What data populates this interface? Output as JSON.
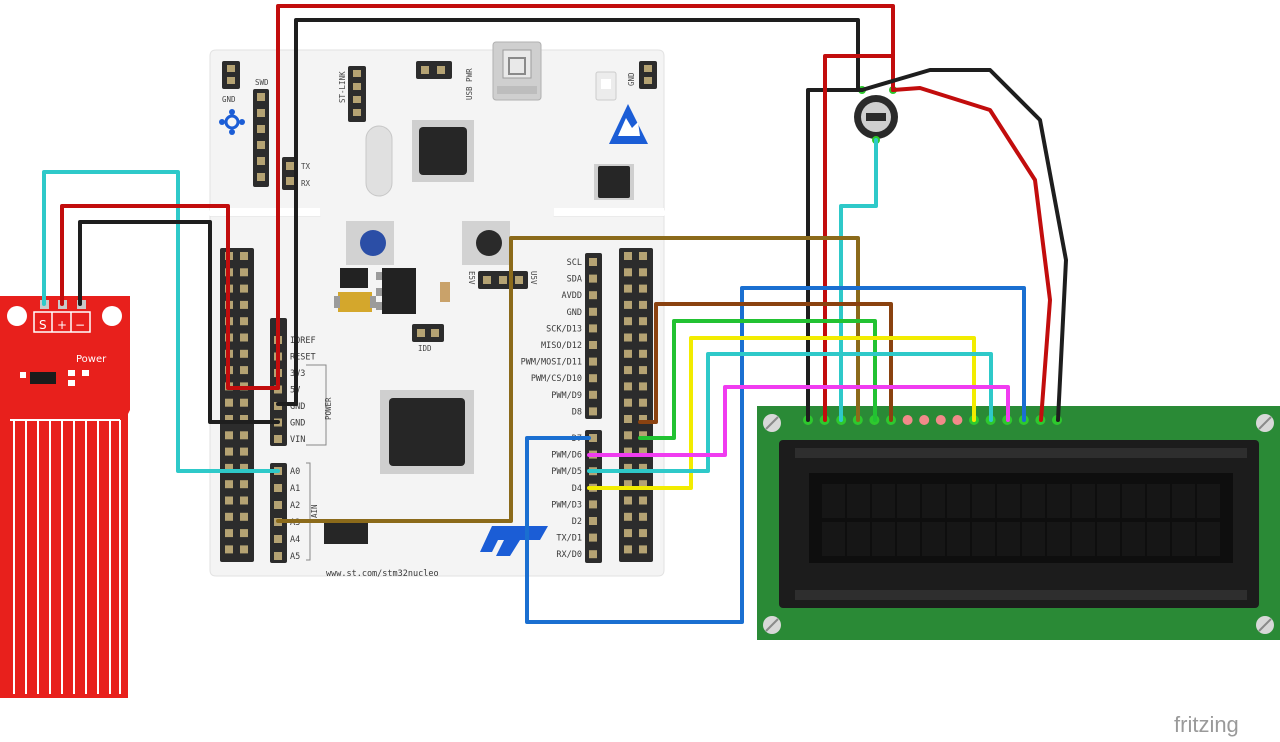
{
  "board": {
    "power_header": [
      "IOREF",
      "RESET",
      "3V3",
      "5V",
      "GND",
      "GND",
      "VIN"
    ],
    "power_title": "POWER",
    "analog_header": [
      "A0",
      "A1",
      "A2",
      "A3",
      "A4",
      "A5"
    ],
    "analog_title": "AIN",
    "digital_high": [
      "SCL",
      "SDA",
      "AVDD",
      "GND",
      "SCK/D13",
      "MISO/D12",
      "PWM/MOSI/D11",
      "PWM/CS/D10",
      "PWM/D9",
      "D8"
    ],
    "digital_low": [
      "D7",
      "PWM/D6",
      "PWM/D5",
      "D4",
      "PWM/D3",
      "D2",
      "TX/D1",
      "RX/D0"
    ],
    "stlink_label": "ST-LINK",
    "usb_label": "USB PWR",
    "gnd_top": "GND",
    "gnd_left": "GND",
    "swd_label": "SWD",
    "tx_label": "TX",
    "rx_label": "RX",
    "idd_label": "IDD",
    "e5v_label": "E5V",
    "u5v_label": "U5V",
    "url": "www.st.com/stm32nucleo",
    "logo": "ST"
  },
  "sensor": {
    "pin_labels": [
      "S",
      "+",
      "−"
    ],
    "power_label": "Power"
  },
  "watermark": "fritzing",
  "colors": {
    "board": "#f4f4f4",
    "header": "#2c2c2c",
    "sensor": "#e8201c",
    "lcd_pcb": "#2a8a36",
    "lcd_bezel": "#1c1c1c",
    "lcd_screen": "#0e0e0e",
    "wire_red": "#c20d0d",
    "wire_black": "#1e1e1e",
    "wire_cyan": "#2ec9c9",
    "wire_blue": "#1a6fd1",
    "wire_brown": "#8a4210",
    "wire_green": "#22c232",
    "wire_yellow": "#f2ec00",
    "wire_magenta": "#f03cf0",
    "wire_gold": "#8b6a1a",
    "st_blue": "#1b5dd6"
  }
}
